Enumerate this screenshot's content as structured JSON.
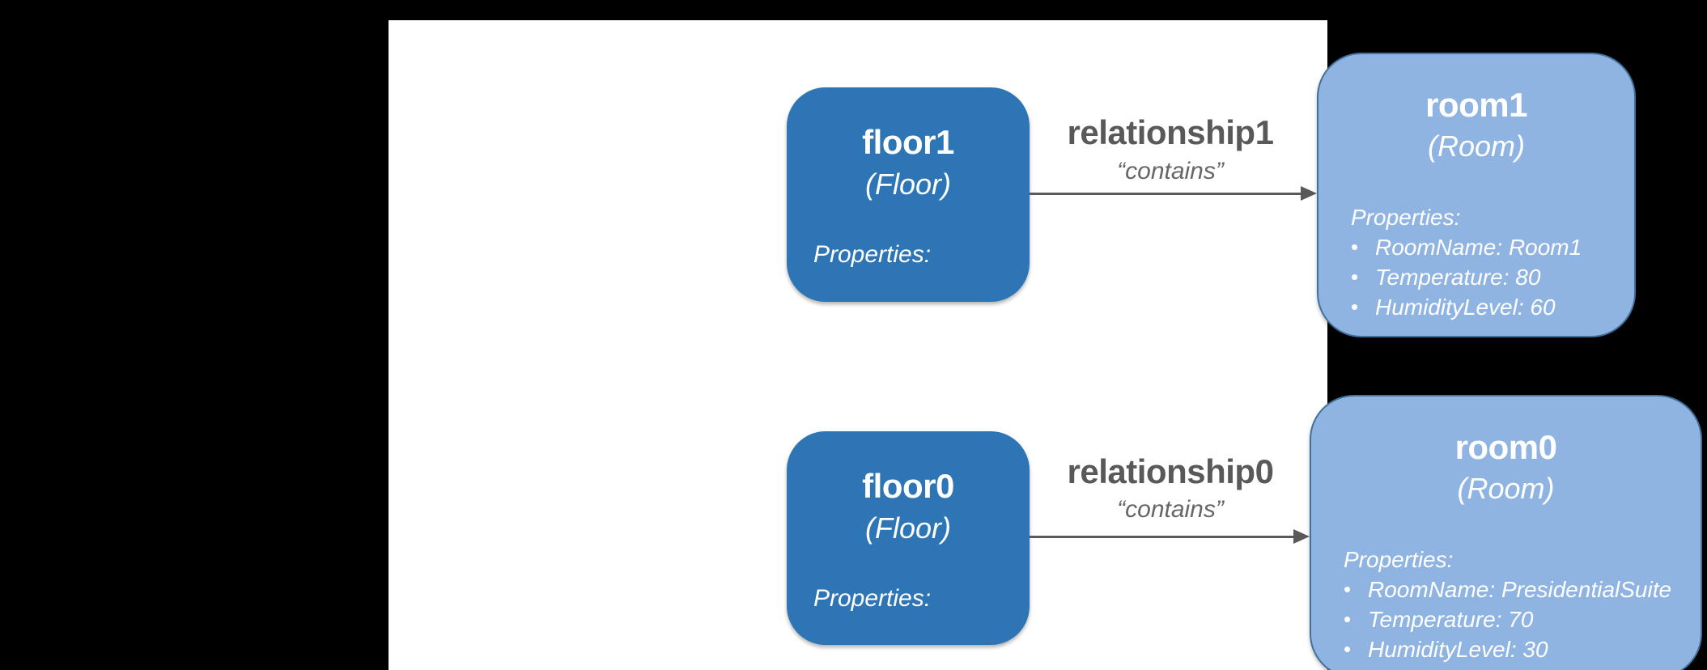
{
  "diagram": {
    "bullet": "•",
    "colors": {
      "background": "#000000",
      "panel_bg": "#FFFFFF",
      "floor_fill": "#2E75B6",
      "room_fill": "#8FB4E2",
      "room_border": "#41719C",
      "text_on_node": "#FFFFFF",
      "relationship_text": "#595959",
      "contains_text": "#666666",
      "arrow": "#595959"
    },
    "nodes": {
      "floor1": {
        "title": "floor1",
        "type": "(Floor)",
        "properties_label": "Properties:"
      },
      "floor0": {
        "title": "floor0",
        "type": "(Floor)",
        "properties_label": "Properties:"
      },
      "room1": {
        "title": "room1",
        "type": "(Room)",
        "properties_label": "Properties:",
        "properties": [
          "RoomName: Room1",
          "Temperature: 80",
          "HumidityLevel: 60"
        ]
      },
      "room0": {
        "title": "room0",
        "type": "(Room)",
        "properties_label": "Properties:",
        "properties": [
          "RoomName: PresidentialSuite",
          "Temperature: 70",
          "HumidityLevel: 30"
        ]
      }
    },
    "relationships": {
      "relationship1": {
        "name": "relationship1",
        "label": "“contains”"
      },
      "relationship0": {
        "name": "relationship0",
        "label": "“contains”"
      }
    }
  }
}
